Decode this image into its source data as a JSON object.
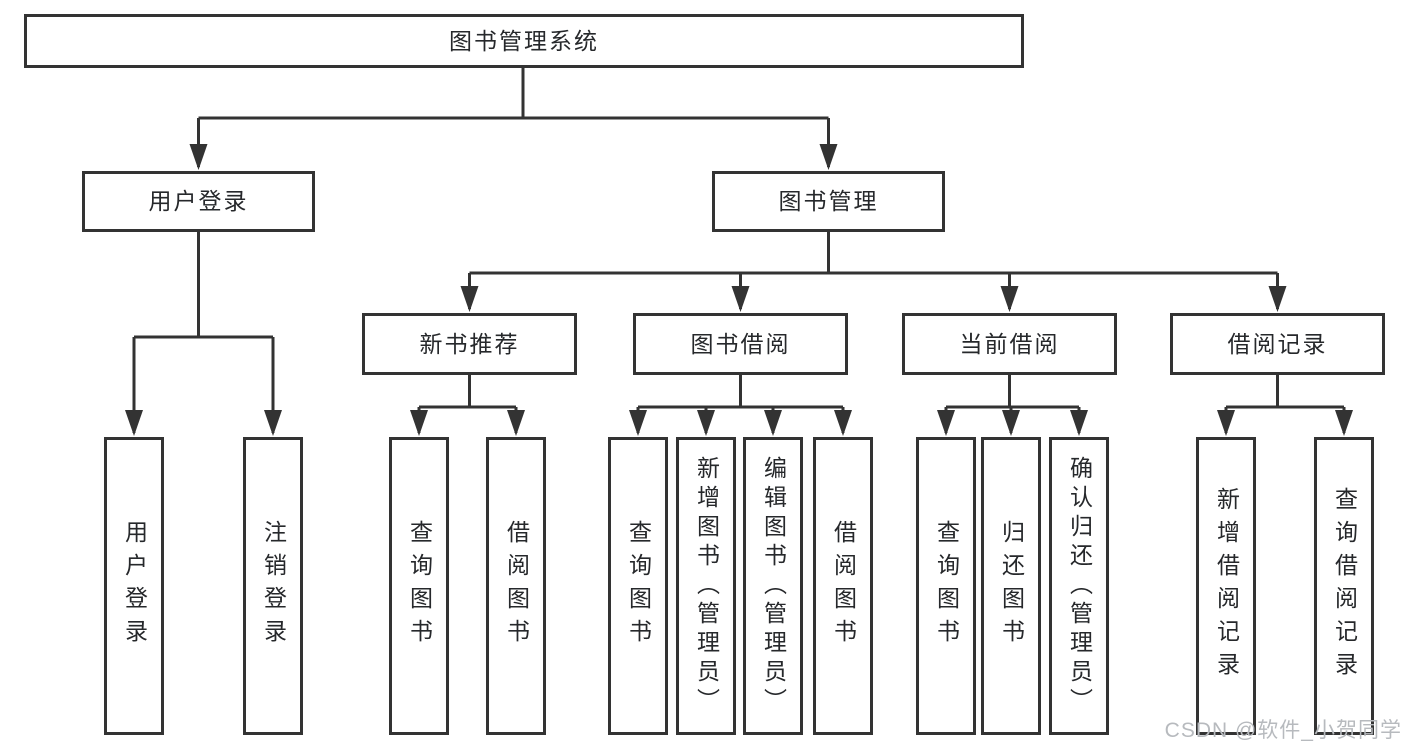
{
  "tree": {
    "label": "图书管理系统",
    "children": [
      {
        "label": "用户登录",
        "children": [
          {
            "label": "用户登录"
          },
          {
            "label": "注销登录"
          }
        ]
      },
      {
        "label": "图书管理",
        "children": [
          {
            "label": "新书推荐",
            "children": [
              {
                "label": "查询图书"
              },
              {
                "label": "借阅图书"
              }
            ]
          },
          {
            "label": "图书借阅",
            "children": [
              {
                "label": "查询图书"
              },
              {
                "label": "新增图书（管理员）"
              },
              {
                "label": "编辑图书（管理员）"
              },
              {
                "label": "借阅图书"
              }
            ]
          },
          {
            "label": "当前借阅",
            "children": [
              {
                "label": "查询图书"
              },
              {
                "label": "归还图书"
              },
              {
                "label": "确认归还（管理员）"
              }
            ]
          },
          {
            "label": "借阅记录",
            "children": [
              {
                "label": "新增借阅记录"
              },
              {
                "label": "查询借阅记录"
              }
            ]
          }
        ]
      }
    ]
  },
  "watermark": {
    "text": "CSDN @软件_小贺同学"
  },
  "colors": {
    "line": "#333333",
    "text": "#26282b",
    "watermark": "#b7babe",
    "bg": "#ffffff"
  }
}
